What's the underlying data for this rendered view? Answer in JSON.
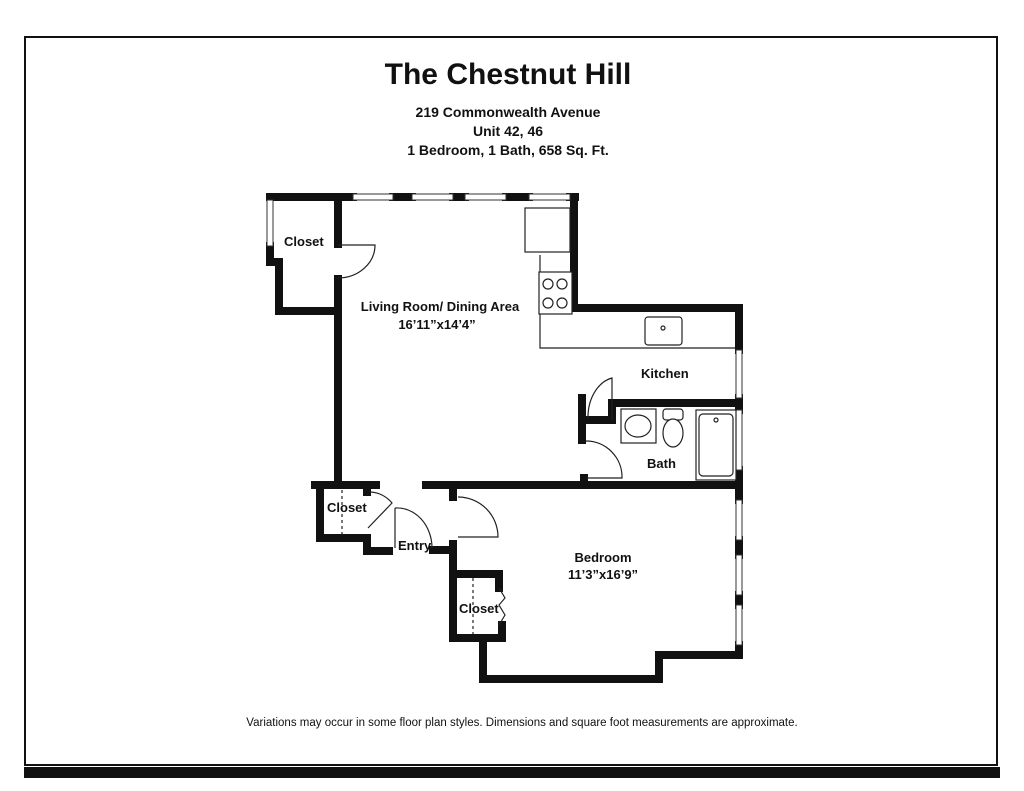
{
  "header": {
    "title": "The Chestnut Hill",
    "address": "219 Commonwealth Avenue",
    "unit": "Unit 42, 46",
    "summary": "1 Bedroom, 1 Bath, 658 Sq. Ft."
  },
  "rooms": {
    "living": {
      "name": "Living Room/ Dining Area",
      "dims": "16’11”x14’4”"
    },
    "closet_top": {
      "name": "Closet"
    },
    "kitchen": {
      "name": "Kitchen"
    },
    "bath": {
      "name": "Bath"
    },
    "closet_entry": {
      "name": "Closet"
    },
    "entry": {
      "name": "Entry"
    },
    "bedroom": {
      "name": "Bedroom",
      "dims": "11’3”x16’9”"
    },
    "closet_bedroom": {
      "name": "Closet"
    }
  },
  "footer": {
    "disclaimer": "Variations may occur in some floor plan styles. Dimensions and square foot measurements are approximate."
  }
}
